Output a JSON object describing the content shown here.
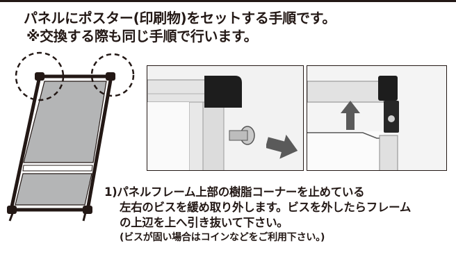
{
  "header": {
    "line1": "パネルにポスター(印刷物)をセットする手順です。",
    "line2": "※交換する際も同じ手順で行います。"
  },
  "step": {
    "number": "1)",
    "line1": "パネルフレーム上部の樹脂コーナーを止めている",
    "line2": "左右のビスを緩め取り外します。ビスを外したらフレーム",
    "line3": "の上辺を上へ引き抜いて下さい。",
    "note": "(ビスが固い場合はコインなどをご利用下さい。)"
  },
  "colors": {
    "ink": "#231815",
    "panel_fill": "#b4b5b6",
    "arrow": "#5a5a5a"
  }
}
